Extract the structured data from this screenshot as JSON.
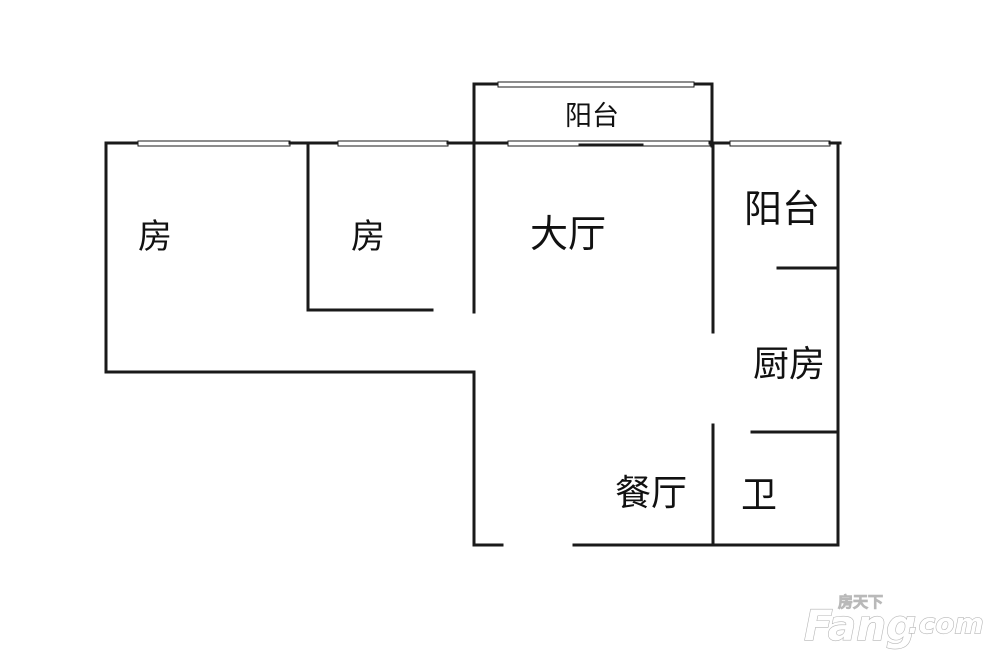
{
  "rooms": {
    "bedroom_1": "房",
    "bedroom_2": "房",
    "living_room": "大厅",
    "balcony_top": "阳台",
    "balcony_right": "阳台",
    "kitchen": "厨房",
    "dining_room": "餐厅",
    "bathroom": "卫"
  },
  "watermark": {
    "brand_cn": "房天下",
    "brand_main": "Fang",
    "brand_suffix": ".com"
  }
}
